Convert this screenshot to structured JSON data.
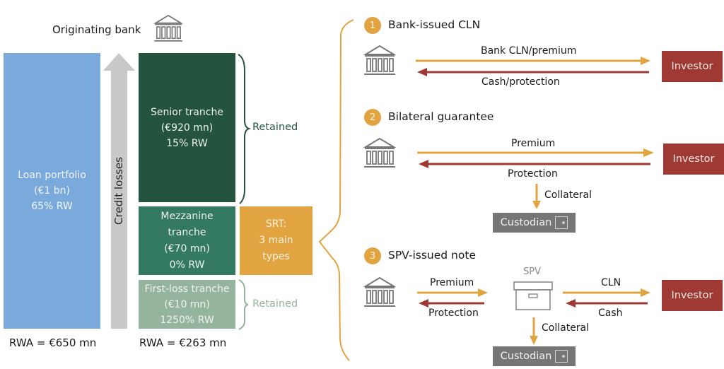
{
  "left": {
    "originating_bank_label": "Originating bank",
    "loan_portfolio": {
      "line1": "Loan portfolio",
      "line2": "(€1 bn)",
      "line3": "65% RW"
    },
    "credit_losses_label": "Credit losses",
    "senior": {
      "line1": "Senior tranche",
      "line2": "(€920 mn)",
      "line3": "15% RW"
    },
    "mezzanine": {
      "line1": "Mezzanine",
      "line2": "tranche",
      "line3": "(€70 mn)",
      "line4": "0% RW"
    },
    "first_loss": {
      "line1": "First-loss tranche",
      "line2": "(€10 mn)",
      "line3": "1250% RW"
    },
    "retained_senior": "Retained",
    "retained_first_loss": "Retained",
    "srt": {
      "line1": "SRT:",
      "line2": "3 main",
      "line3": "types"
    },
    "rwa_before": "RWA = €650 mn",
    "rwa_after": "RWA = €263 mn"
  },
  "types": [
    {
      "number": "1",
      "title": "Bank-issued CLN",
      "arrow_out_label": "Bank CLN/premium",
      "arrow_in_label": "Cash/protection",
      "counterparty": "Investor"
    },
    {
      "number": "2",
      "title": "Bilateral guarantee",
      "arrow_out_label": "Premium",
      "arrow_in_label": "Protection",
      "collateral_label": "Collateral",
      "custodian": "Custodian",
      "counterparty": "Investor"
    },
    {
      "number": "3",
      "title": "SPV-issued note",
      "bank_to_spv_label": "Premium",
      "spv_to_bank_label": "Protection",
      "spv_label": "SPV",
      "spv_to_investor_label": "CLN",
      "investor_to_spv_label": "Cash",
      "collateral_label": "Collateral",
      "custodian": "Custodian",
      "counterparty": "Investor"
    }
  ],
  "colors": {
    "loan": "#7aa9db",
    "senior": "#245440",
    "mezzanine": "#347a62",
    "first_loss": "#95b49e",
    "srt": "#e1a441",
    "investor": "#9e3a33",
    "custodian": "#767676",
    "arrow_out": "#e1a441",
    "arrow_in": "#9e3a33",
    "credit_arrow": "#c8c8c8"
  }
}
